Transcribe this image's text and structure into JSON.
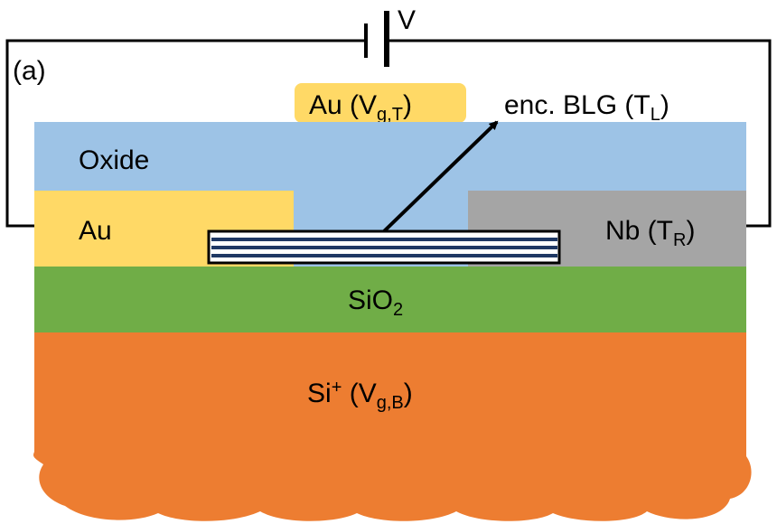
{
  "panel_label": "(a)",
  "voltage": {
    "label": "V"
  },
  "top_gate": {
    "base": "Au (V",
    "sub": "g,T",
    "tail": ")"
  },
  "sample": {
    "base": "enc. BLG (T",
    "sub": "L",
    "tail": ")"
  },
  "oxide": {
    "label": "Oxide"
  },
  "left_contact": {
    "label": "Au"
  },
  "right_contact": {
    "base": "Nb (T",
    "sub": "R",
    "tail": ")"
  },
  "substrate_oxide": {
    "base": "SiO",
    "sub": "2"
  },
  "substrate": {
    "base": "Si",
    "sup": "+",
    "mid": " (V",
    "sub": "g,B",
    "tail": ")"
  },
  "colors": {
    "oxide": "#9DC3E6",
    "gold": "#FFD966",
    "niobium": "#A5A5A5",
    "sio2": "#70AD47",
    "silicon": "#ED7D31",
    "blg_stripe": "#1F3864"
  }
}
